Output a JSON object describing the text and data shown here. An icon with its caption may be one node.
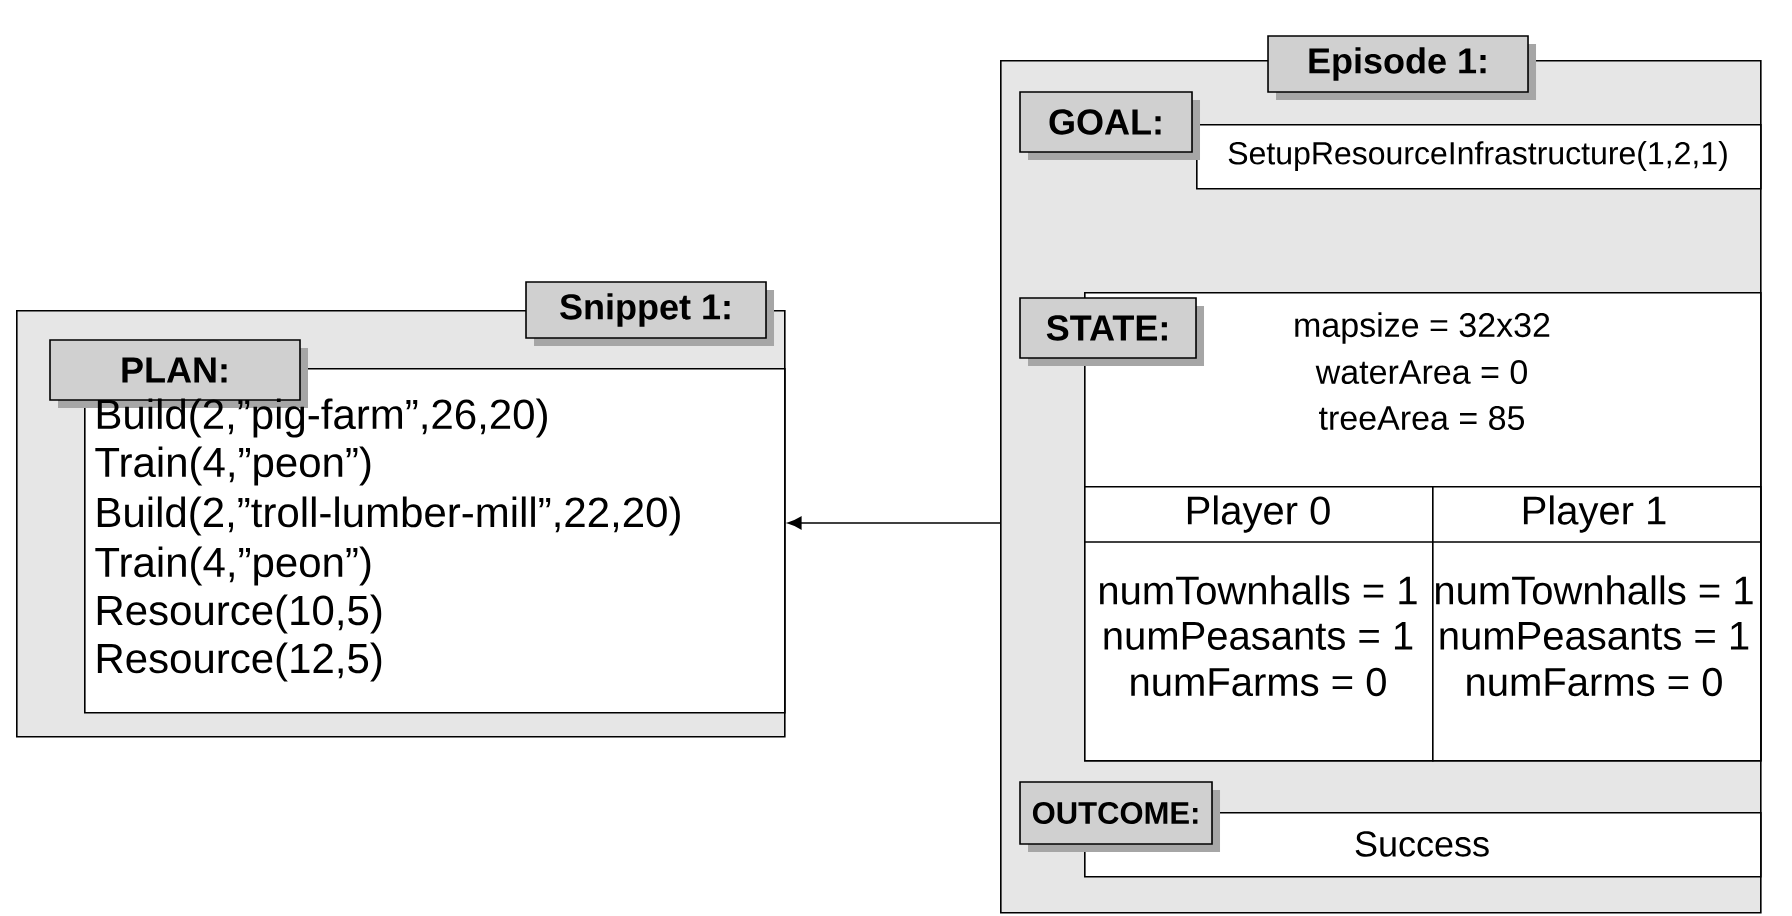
{
  "diagram": {
    "nodes": [
      {
        "text": [
          "Snippet 1:"
        ]
      },
      {
        "text": [
          "PLAN:",
          "Build(2,”pig-farm”,26,20)",
          "Train(4,”peon”)",
          "Build(2,”troll-lumber-mill”,22,20)",
          "Train(4,”peon”)",
          "Resource(10,5)",
          "Resource(12,5)"
        ],
        "in": 0
      },
      {
        "text": [
          "Episode 1:"
        ]
      },
      {
        "text": [
          "GOAL:",
          "SetupResourceInfrastructure(1,2,1)"
        ],
        "in": 2
      },
      {
        "text": [
          "STATE:",
          "mapsize = 32x32",
          "waterArea = 0",
          "treeArea = 85"
        ],
        "in": 2
      },
      {
        "text": [
          "Player 0",
          "numTownhalls = 1",
          "numPeasants = 1",
          "numFarms = 0"
        ],
        "in": 4
      },
      {
        "text": [
          "Player 1",
          "numTownhalls = 1",
          "numPeasants = 1",
          "numFarms = 0"
        ],
        "in": 4
      },
      {
        "text": [
          "OUTCOME:",
          "Success"
        ],
        "in": 2
      }
    ],
    "edges": [
      {
        "from": 2,
        "to": 0,
        "arrow": "to"
      }
    ]
  }
}
